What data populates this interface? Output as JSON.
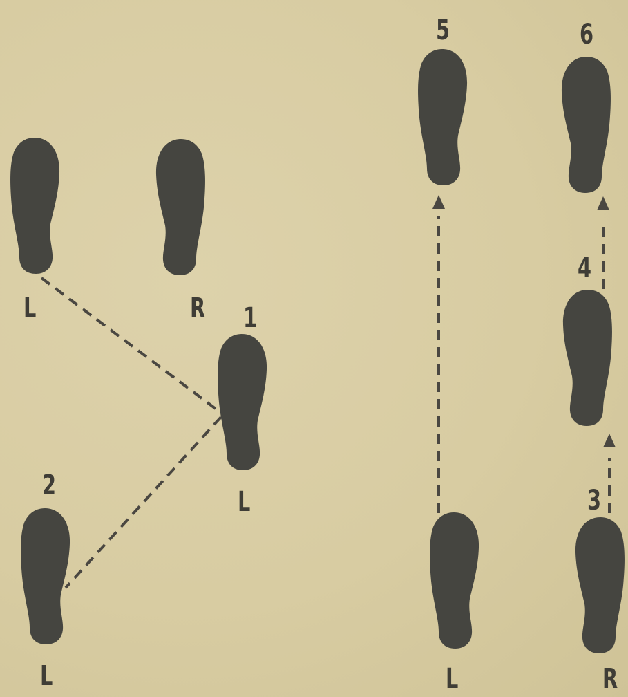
{
  "diagram": {
    "footprint_labels": {
      "start_left": "L",
      "start_right": "R",
      "step1_foot": "L",
      "step2_foot": "L",
      "right_start_left": "L",
      "right_start_right": "R"
    },
    "step_numbers": {
      "one": "1",
      "two": "2",
      "three": "3",
      "four": "4",
      "five": "5",
      "six": "6"
    },
    "colors": {
      "paper": "#d9cda4",
      "ink": "#454540",
      "dash": "#4a4741"
    }
  }
}
